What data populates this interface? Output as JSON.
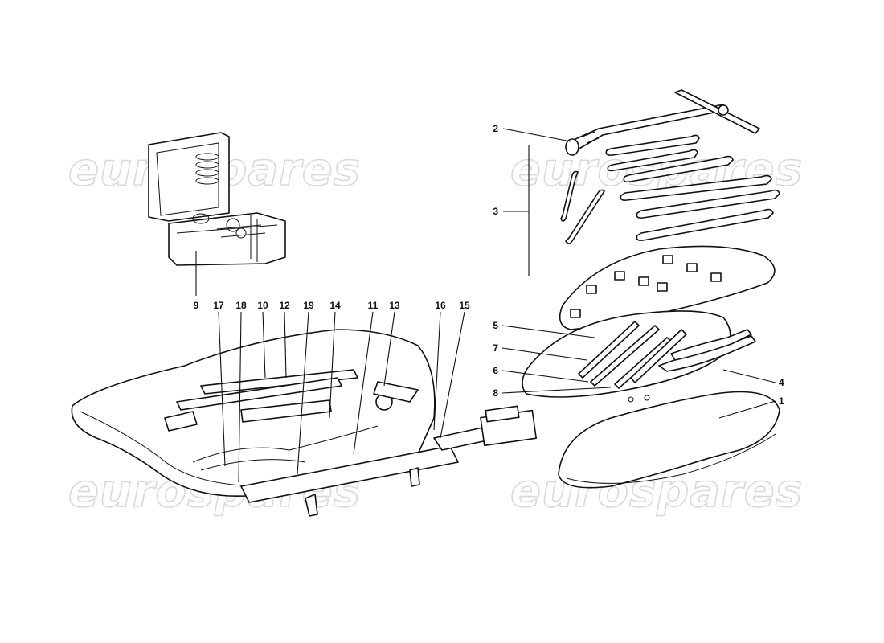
{
  "watermark": {
    "text": "eurospares"
  },
  "callouts": [
    {
      "id": "c1",
      "label": "1"
    },
    {
      "id": "c2",
      "label": "2"
    },
    {
      "id": "c3",
      "label": "3"
    },
    {
      "id": "c4",
      "label": "4"
    },
    {
      "id": "c5",
      "label": "5"
    },
    {
      "id": "c6",
      "label": "6"
    },
    {
      "id": "c7",
      "label": "7"
    },
    {
      "id": "c8",
      "label": "8"
    },
    {
      "id": "c9",
      "label": "9"
    },
    {
      "id": "c10",
      "label": "10"
    },
    {
      "id": "c11",
      "label": "11"
    },
    {
      "id": "c12",
      "label": "12"
    },
    {
      "id": "c13",
      "label": "13"
    },
    {
      "id": "c14",
      "label": "14"
    },
    {
      "id": "c15",
      "label": "15"
    },
    {
      "id": "c16",
      "label": "16"
    },
    {
      "id": "c17",
      "label": "17"
    },
    {
      "id": "c18",
      "label": "18"
    },
    {
      "id": "c19",
      "label": "19"
    }
  ],
  "colors": {
    "line": "#111111",
    "background": "#ffffff",
    "watermark_outline": "#d9d9d9"
  }
}
